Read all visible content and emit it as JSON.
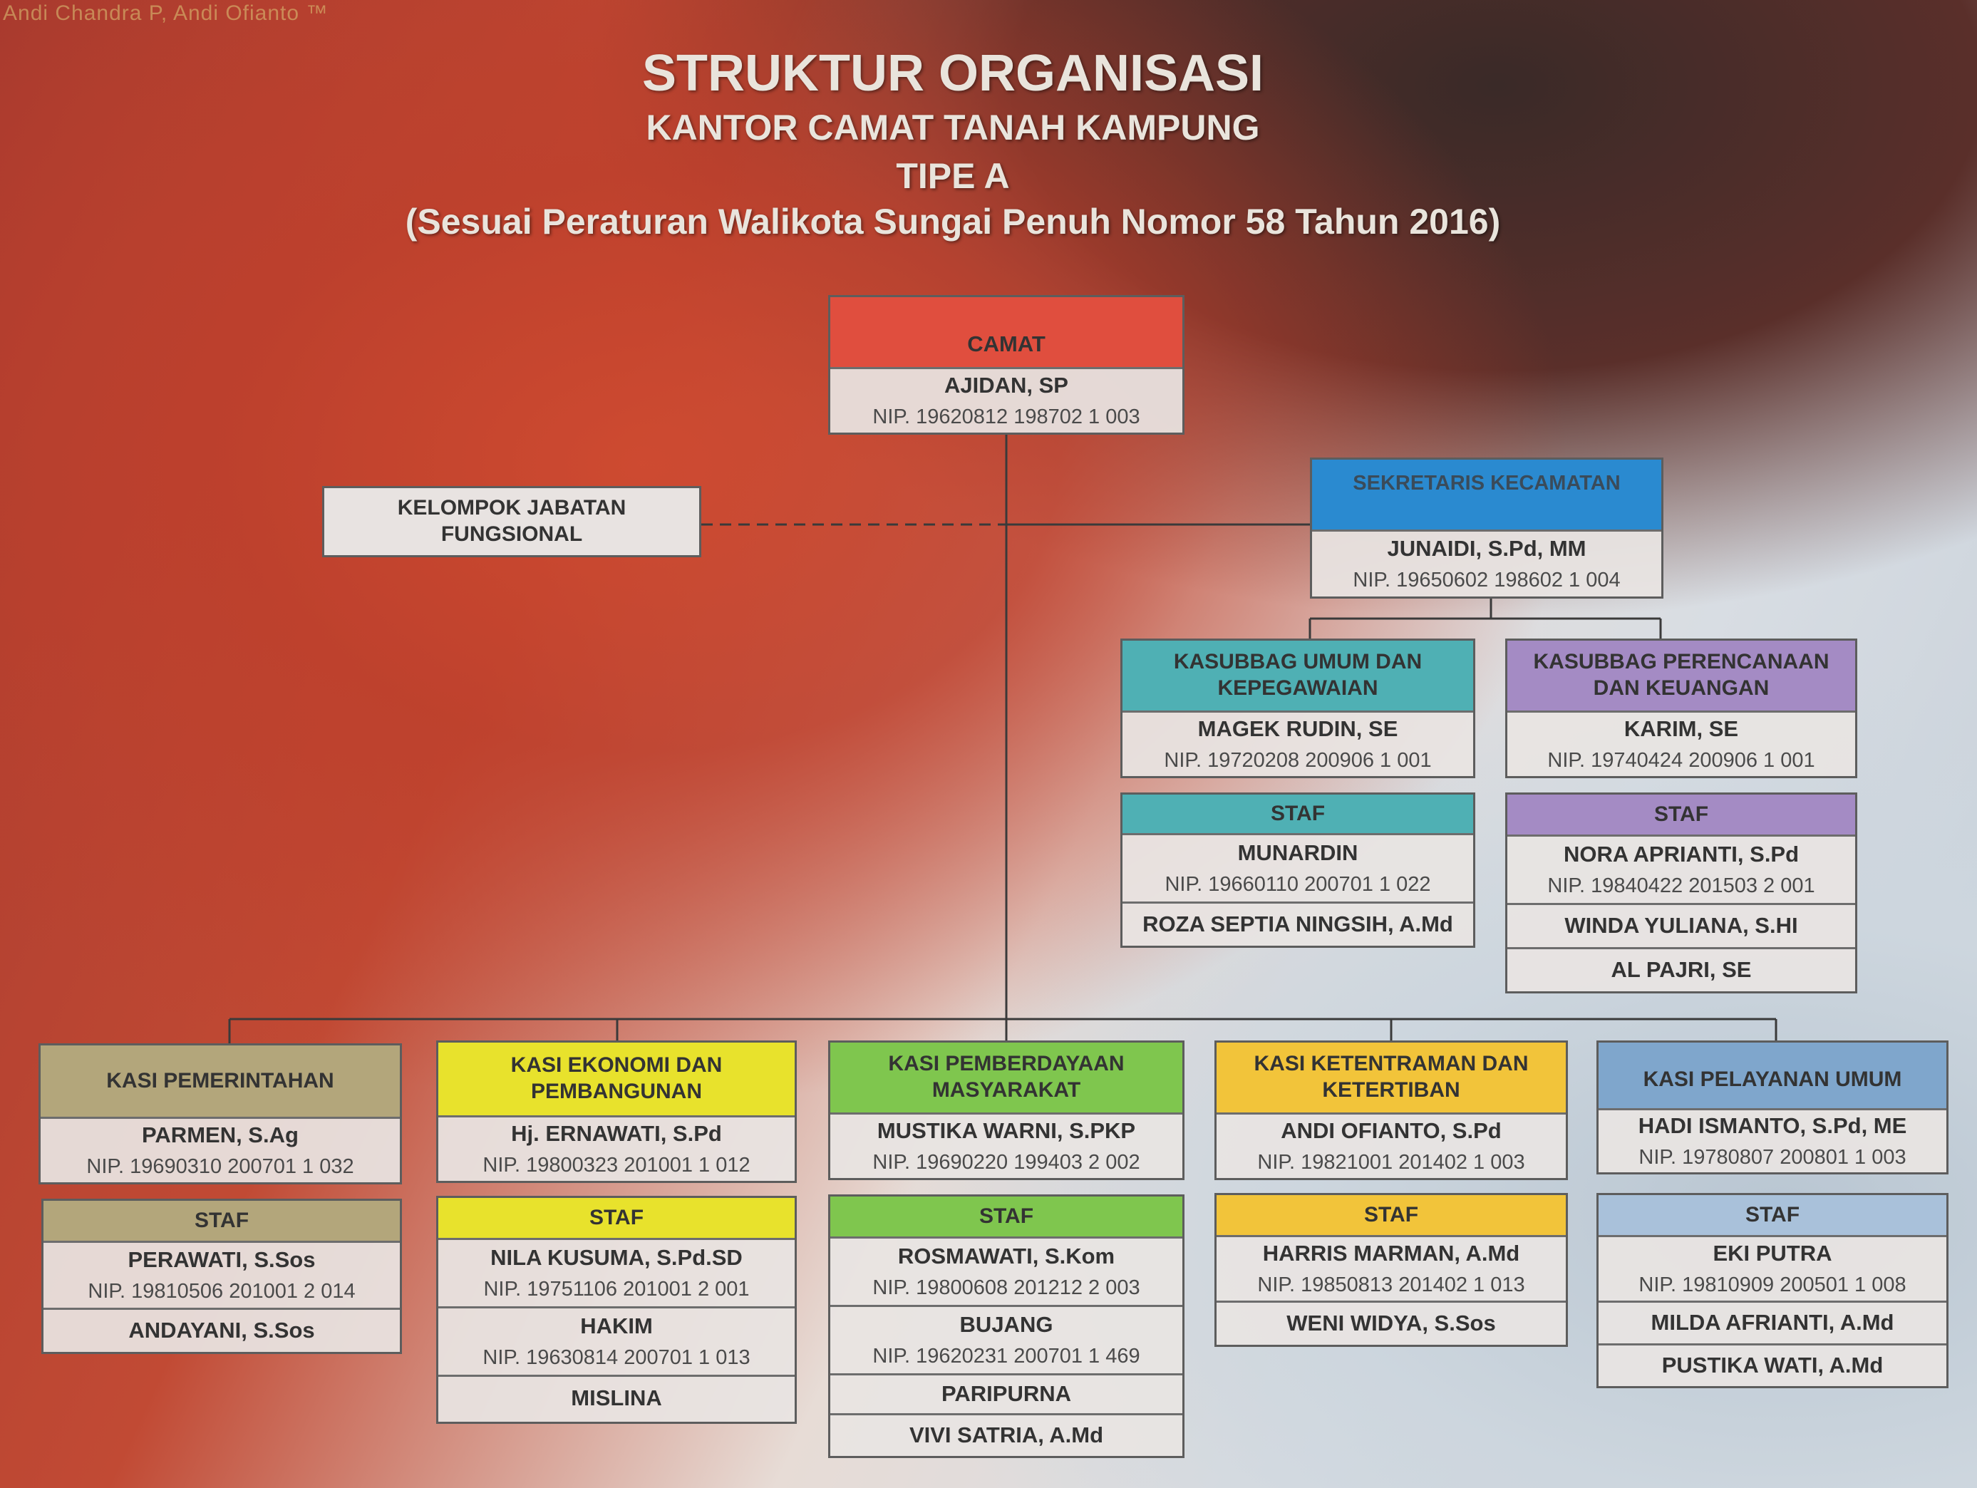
{
  "watermark": "Andi Chandra P, Andi Ofianto ™",
  "title": {
    "line1": "STRUKTUR ORGANISASI",
    "line2": "KANTOR CAMAT TANAH KAMPUNG",
    "line3": "TIPE A",
    "line4": "(Sesuai Peraturan Walikota Sungai Penuh Nomor 58 Tahun 2016)"
  },
  "colors": {
    "camat": "#e04e3e",
    "sekretaris": "#2a8ad0",
    "umum": "#4fb0b4",
    "perencanaan": "#a48bc4",
    "pemerintahan": "#b3a67b",
    "ekonomi": "#e8e22c",
    "pemberdayaan": "#7fc64e",
    "ketentraman": "#f2c43a",
    "pelayanan": "#7fa6cc"
  },
  "camat": {
    "head": "CAMAT",
    "name": "AJIDAN, SP",
    "nip": "NIP. 19620812 198702 1 003"
  },
  "fungsional": {
    "line1": "KELOMPOK JABATAN",
    "line2": "FUNGSIONAL"
  },
  "sekretaris": {
    "head": "SEKRETARIS KECAMATAN",
    "name": "JUNAIDI, S.Pd, MM",
    "nip": "NIP. 19650602 198602 1 004"
  },
  "kasubbag_umum": {
    "head1": "KASUBBAG UMUM DAN",
    "head2": "KEPEGAWAIAN",
    "name": "MAGEK RUDIN, SE",
    "nip": "NIP. 19720208 200906 1 001",
    "staf_label": "STAF",
    "staf": [
      {
        "name": "MUNARDIN",
        "nip": "NIP. 19660110 200701 1 022"
      },
      {
        "name": "ROZA SEPTIA NINGSIH, A.Md"
      }
    ]
  },
  "kasubbag_perencanaan": {
    "head1": "KASUBBAG PERENCANAAN",
    "head2": "DAN KEUANGAN",
    "name": "KARIM, SE",
    "nip": "NIP. 19740424 200906 1 001",
    "staf_label": "STAF",
    "staf": [
      {
        "name": "NORA APRIANTI, S.Pd",
        "nip": "NIP. 19840422 201503 2 001"
      },
      {
        "name": "WINDA YULIANA, S.HI"
      },
      {
        "name": "AL PAJRI, SE"
      }
    ]
  },
  "kasi_pemerintahan": {
    "head1": "KASI PEMERINTAHAN",
    "name": "PARMEN, S.Ag",
    "nip": "NIP. 19690310 200701 1 032",
    "staf_label": "STAF",
    "staf": [
      {
        "name": "PERAWATI, S.Sos",
        "nip": "NIP. 19810506 201001 2 014"
      },
      {
        "name": "ANDAYANI, S.Sos"
      }
    ]
  },
  "kasi_ekonomi": {
    "head1": "KASI EKONOMI DAN",
    "head2": "PEMBANGUNAN",
    "name": "Hj. ERNAWATI, S.Pd",
    "nip": "NIP. 19800323 201001 1 012",
    "staf_label": "STAF",
    "staf": [
      {
        "name": "NILA KUSUMA, S.Pd.SD",
        "nip": "NIP. 19751106 201001 2 001"
      },
      {
        "name": "HAKIM",
        "nip": "NIP. 19630814 200701 1 013"
      },
      {
        "name": "MISLINA"
      }
    ]
  },
  "kasi_pemberdayaan": {
    "head1": "KASI PEMBERDAYAAN",
    "head2": "MASYARAKAT",
    "name": "MUSTIKA WARNI, S.PKP",
    "nip": "NIP. 19690220 199403 2 002",
    "staf_label": "STAF",
    "staf": [
      {
        "name": "ROSMAWATI, S.Kom",
        "nip": "NIP. 19800608 201212 2 003"
      },
      {
        "name": "BUJANG",
        "nip": "NIP. 19620231 200701 1 469"
      },
      {
        "name": "PARIPURNA"
      },
      {
        "name": "VIVI SATRIA, A.Md"
      }
    ]
  },
  "kasi_ketentraman": {
    "head1": "KASI KETENTRAMAN DAN",
    "head2": "KETERTIBAN",
    "name": "ANDI OFIANTO, S.Pd",
    "nip": "NIP. 19821001 201402 1 003",
    "staf_label": "STAF",
    "staf": [
      {
        "name": "HARRIS MARMAN, A.Md",
        "nip": "NIP. 19850813 201402 1 013"
      },
      {
        "name": "WENI WIDYA, S.Sos"
      }
    ]
  },
  "kasi_pelayanan": {
    "head1": "KASI PELAYANAN UMUM",
    "name": "HADI ISMANTO, S.Pd, ME",
    "nip": "NIP. 19780807 200801 1 003",
    "staf_label": "STAF",
    "staf": [
      {
        "name": "EKI PUTRA",
        "nip": "NIP. 19810909 200501 1 008"
      },
      {
        "name": "MILDA AFRIANTI, A.Md"
      },
      {
        "name": "PUSTIKA WATI, A.Md"
      }
    ]
  }
}
